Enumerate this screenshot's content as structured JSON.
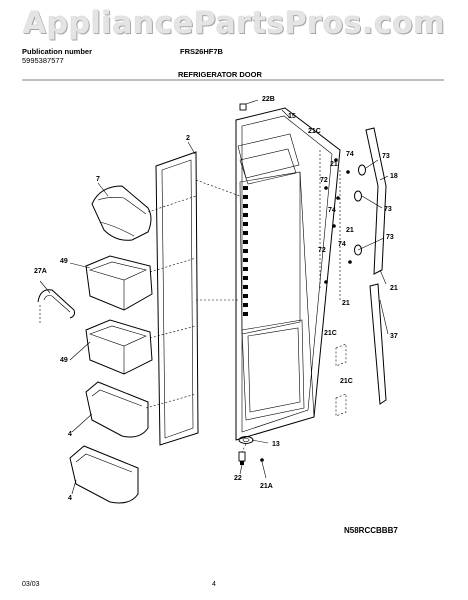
{
  "watermark": "AppliancePartsPros.com",
  "header": {
    "publication_label": "Publication number",
    "publication_number": "5995387577",
    "model": "FRS26HF7B",
    "section_title": "REFRIGERATOR DOOR"
  },
  "callouts": {
    "c2": "2",
    "c7": "7",
    "c49a": "49",
    "c27a": "27A",
    "c49b": "49",
    "c4a": "4",
    "c4b": "4",
    "c22b": "22B",
    "c15": "15",
    "c21c_top": "21C",
    "c74a": "74",
    "c73a": "73",
    "c21a": "21",
    "c72a": "72",
    "c18": "18",
    "c74b": "74",
    "c73b": "73",
    "c21b": "21",
    "c72b": "72",
    "c74c": "74",
    "c73c": "73",
    "c21c": "21",
    "c21d": "21",
    "c37": "37",
    "c21c_mid": "21C",
    "c21c_low": "21C",
    "c13": "13",
    "c22": "22",
    "c21a_label": "21A"
  },
  "diagram_code": "N58RCCBBB7",
  "footer": {
    "date": "03/03",
    "page": "4"
  }
}
